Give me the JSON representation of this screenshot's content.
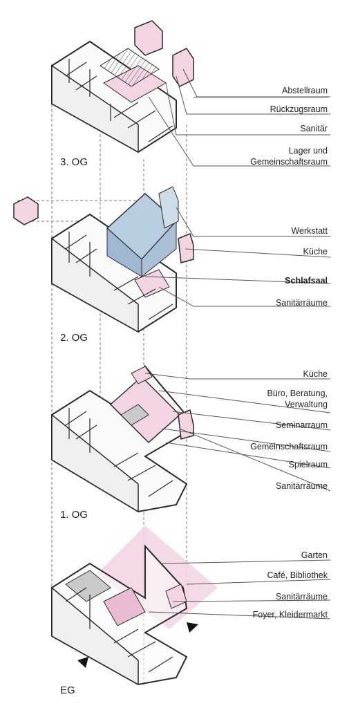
{
  "floors": {
    "og3": {
      "title": "3. OG",
      "labels": [
        "Abstellraum",
        "Rückzugsraum",
        "Sanitär",
        "Lager und",
        "Gemeinschaftsraum"
      ]
    },
    "og2": {
      "title": "2. OG",
      "labels": [
        "Werkstatt",
        "Küche",
        "Schlafsaal",
        "Sanitärräume"
      ]
    },
    "og1": {
      "title": "1. OG",
      "labels": [
        "Küche",
        "Büro, Beratung,",
        "Verwaltung",
        "Seminarraum",
        "Gemeinschaftsraum",
        "Spielraum",
        "Sanitärräume"
      ]
    },
    "eg": {
      "title": "EG",
      "labels": [
        "Garten",
        "Café, Bibliothek",
        "Sanitärräume",
        "Foyer, Kleidermarkt"
      ]
    }
  },
  "colors": {
    "highlight_pink": "#f2d4e3",
    "highlight_blue": "#b9cde0",
    "wall": "#2a2a2a",
    "gray_fill": "#c9c9c9",
    "entrance_arrow": "#111111"
  },
  "icons": [
    "entrance-arrow-icon"
  ]
}
